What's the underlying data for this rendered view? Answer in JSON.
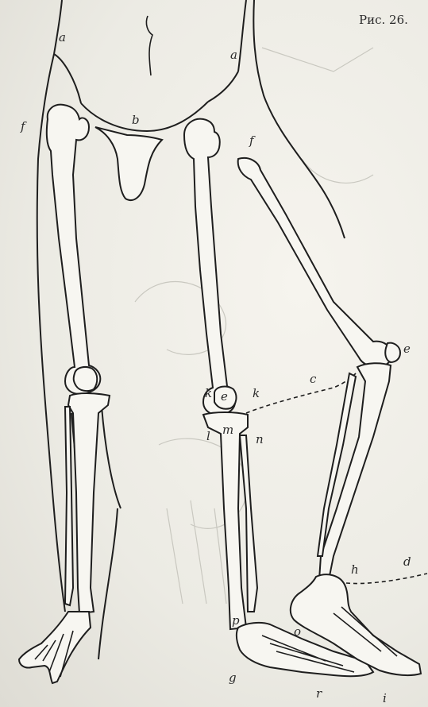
{
  "caption": "Рис. 26.",
  "labels": {
    "a_left": "a",
    "a_right": "a",
    "b": "b",
    "c": "c",
    "d": "d",
    "e_knee_side": "e",
    "e_patella_front": "e",
    "f_left": "f",
    "f_right": "f",
    "g": "g",
    "h": "h",
    "i": "i",
    "k_left": "k",
    "k_right": "k",
    "l": "l",
    "m": "m",
    "n": "n",
    "o": "o",
    "p": "p",
    "r": "r"
  },
  "colors": {
    "ink": "#1e1e1e",
    "paper": "#f2f0ea"
  }
}
